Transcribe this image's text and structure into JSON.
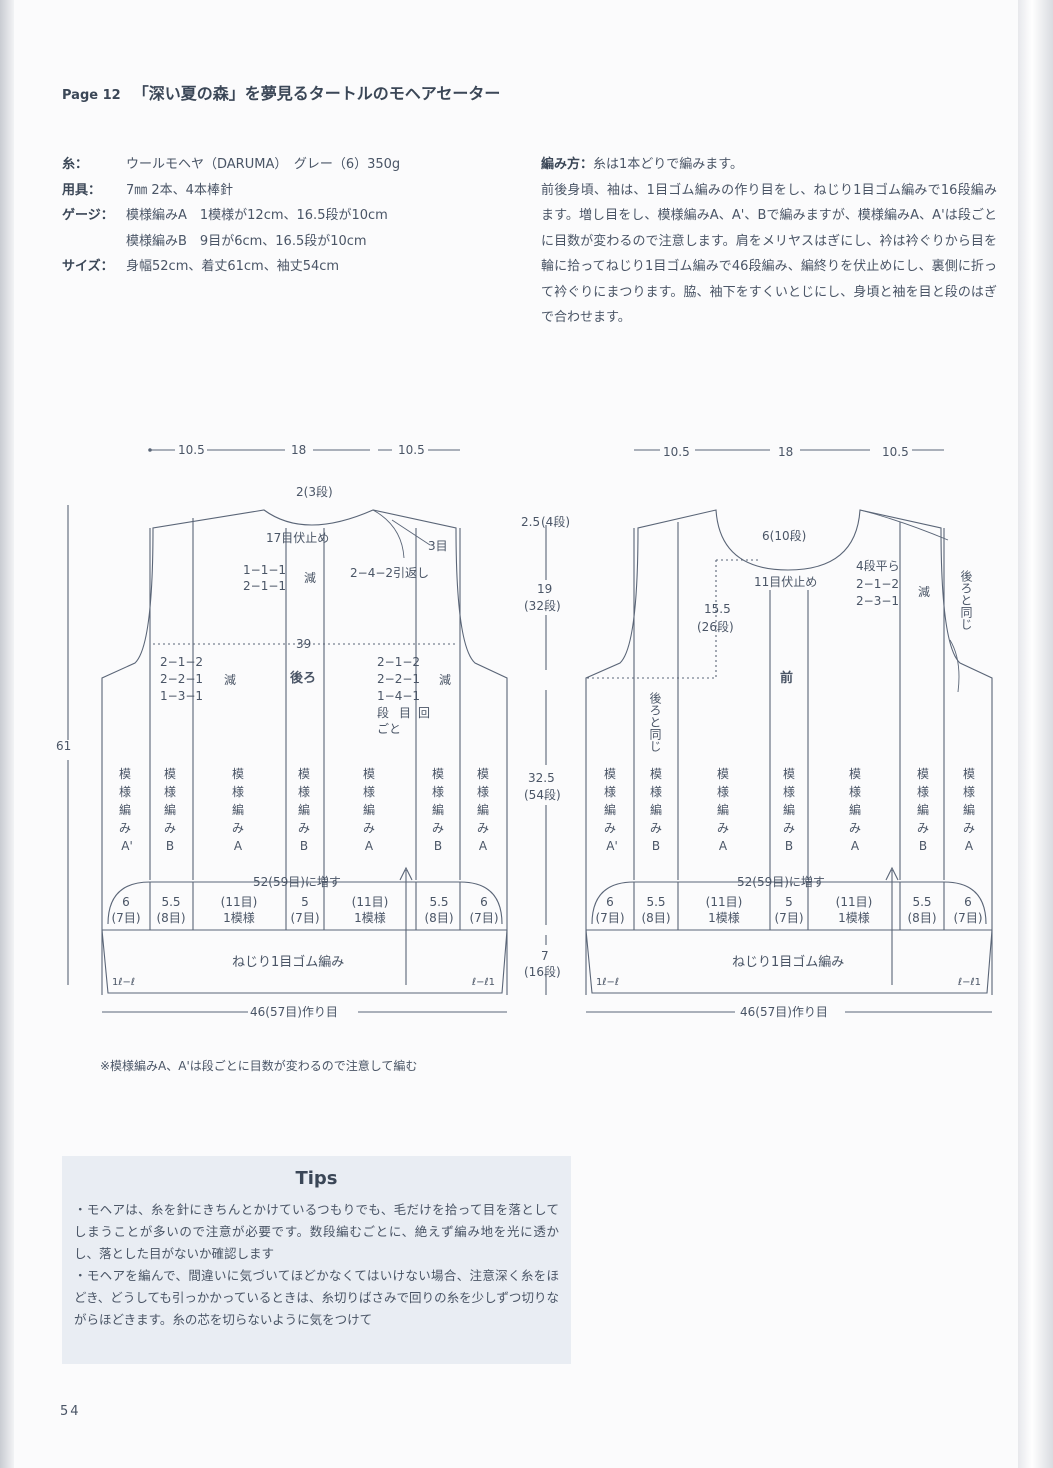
{
  "title": {
    "page_ref": "Page 12",
    "text": "「深い夏の森」を夢見るタートルのモヘアセーター"
  },
  "materials": [
    {
      "label": "糸：",
      "value": "ウールモヘヤ（DARUMA）　グレー（6）350g"
    },
    {
      "label": "用具：",
      "value": "7㎜ 2本、4本棒針"
    },
    {
      "label": "ゲージ：",
      "value": "模様編みA　1模様が12cm、16.5段が10cm"
    },
    {
      "label": "",
      "value": "模様編みB　9目が6cm、16.5段が10cm"
    },
    {
      "label": "サイズ：",
      "value": "身幅52cm、着丈61cm、袖丈54cm"
    }
  ],
  "instructions": {
    "label": "編み方：",
    "lead": "糸は1本どりで編みます。",
    "body": "前後身頃、袖は、1目ゴム編みの作り目をし、ねじり1目ゴム編みで16段編みます。増し目をし、模様編みA、A'、Bで編みますが、模様編みA、A'は段ごとに目数が変わるので注意します。肩をメリヤスはぎにし、衿は衿ぐりから目を輪に拾ってねじり1目ゴム編みで46段編み、編終りを伏止めにし、裏側に折って衿ぐりにまつります。脇、袖下をすくいとじにし、身頃と袖を目と段のはぎで合わせます。"
  },
  "back": {
    "top_w1": "10.5",
    "top_w2": "18",
    "top_w3": "10.5",
    "neck_depth": "2(3段)",
    "neck_bindoff": "17目伏止め",
    "neck_dec_1": "1−1−1",
    "neck_dec_2": "2−1−1",
    "dec": "減",
    "shoulder_rows": "3目",
    "shoulder_shaping": "2−4−2引返し",
    "width_39": "39",
    "name": "後ろ",
    "arm_l_1": "2−1−2",
    "arm_l_2": "2−2−1",
    "arm_l_3": "1−3−1",
    "arm_r_1": "2−1−2",
    "arm_r_2": "2−2−1",
    "arm_r_3": "1−4−1",
    "rows_legend_1": "段",
    "rows_legend_2": "目",
    "rows_legend_3": "回",
    "rows_legend_4": "ごと",
    "height": "61",
    "panels": [
      {
        "t1": "模",
        "t2": "様",
        "t3": "編",
        "t4": "み",
        "t5": "A'"
      },
      {
        "t1": "模",
        "t2": "様",
        "t3": "編",
        "t4": "み",
        "t5": "B"
      },
      {
        "t1": "模",
        "t2": "様",
        "t3": "編",
        "t4": "み",
        "t5": "A"
      },
      {
        "t1": "模",
        "t2": "様",
        "t3": "編",
        "t4": "み",
        "t5": "B"
      },
      {
        "t1": "模",
        "t2": "様",
        "t3": "編",
        "t4": "み",
        "t5": "A"
      },
      {
        "t1": "模",
        "t2": "様",
        "t3": "編",
        "t4": "み",
        "t5": "B"
      },
      {
        "t1": "模",
        "t2": "様",
        "t3": "編",
        "t4": "み",
        "t5": "A"
      }
    ],
    "increase": "52(59目)に増す",
    "segments": [
      {
        "a": "6",
        "b": "(7目)"
      },
      {
        "a": "5.5",
        "b": "(8目)"
      },
      {
        "a": "(11目)",
        "b": "1模様"
      },
      {
        "a": "5",
        "b": "(7目)"
      },
      {
        "a": "(11目)",
        "b": "1模様"
      },
      {
        "a": "5.5",
        "b": "(8目)"
      },
      {
        "a": "6",
        "b": "(7目)"
      }
    ],
    "ribbing": "ねじり1目ゴム編み",
    "rib_mark_l": "1ℓ−ℓ",
    "rib_mark_r": "ℓ−ℓ1",
    "cast_on": "46(57目)作り目"
  },
  "front": {
    "top_w1": "10.5",
    "top_w2": "18",
    "top_w3": "10.5",
    "h_shoulder": "2.5",
    "h_shoulder_rows": "(4段)",
    "h_arm": "19",
    "h_arm_rows": "(32段)",
    "h_body": "32.5",
    "h_body_rows": "(54段)",
    "h_rib": "7",
    "h_rib_rows": "(16段)",
    "neck_depth": "6(10段)",
    "neck_bindoff": "11目伏止め",
    "neck_flat": "4段平ら",
    "neck_dec_1": "2−1−2",
    "neck_dec_2": "2−3−1",
    "dec": "減",
    "neck_h": "15.5",
    "neck_h_rows": "(26段)",
    "same_as_back": "後ろと同じ",
    "name": "前",
    "panels": [
      {
        "t1": "模",
        "t2": "様",
        "t3": "編",
        "t4": "み",
        "t5": "A'"
      },
      {
        "t1": "模",
        "t2": "様",
        "t3": "編",
        "t4": "み",
        "t5": "B"
      },
      {
        "t1": "模",
        "t2": "様",
        "t3": "編",
        "t4": "み",
        "t5": "A"
      },
      {
        "t1": "模",
        "t2": "様",
        "t3": "編",
        "t4": "み",
        "t5": "B"
      },
      {
        "t1": "模",
        "t2": "様",
        "t3": "編",
        "t4": "み",
        "t5": "A"
      },
      {
        "t1": "模",
        "t2": "様",
        "t3": "編",
        "t4": "み",
        "t5": "B"
      },
      {
        "t1": "模",
        "t2": "様",
        "t3": "編",
        "t4": "み",
        "t5": "A"
      }
    ],
    "increase": "52(59目)に増す",
    "segments": [
      {
        "a": "6",
        "b": "(7目)"
      },
      {
        "a": "5.5",
        "b": "(8目)"
      },
      {
        "a": "(11目)",
        "b": "1模様"
      },
      {
        "a": "5",
        "b": "(7目)"
      },
      {
        "a": "(11目)",
        "b": "1模様"
      },
      {
        "a": "5.5",
        "b": "(8目)"
      },
      {
        "a": "6",
        "b": "(7目)"
      }
    ],
    "ribbing": "ねじり1目ゴム編み",
    "rib_mark_l": "1ℓ−ℓ",
    "rib_mark_r": "ℓ−ℓ1",
    "cast_on": "46(57目)作り目"
  },
  "note": "※模様編みA、A'は段ごとに目数が変わるので注意して編む",
  "tips": {
    "heading": "Tips",
    "items": [
      "・モヘアは、糸を針にきちんとかけているつもりでも、毛だけを拾って目を落としてしまうことが多いので注意が必要です。数段編むごとに、絶えず編み地を光に透かし、落とした目がないか確認します",
      "・モヘアを編んで、間違いに気づいてほどかなくてはいけない場合、注意深く糸をほどき、どうしても引っかかっているときは、糸切りばさみで回りの糸を少しずつ切りながらほどきます。糸の芯を切らないように気をつけて"
    ]
  },
  "folio": "54"
}
